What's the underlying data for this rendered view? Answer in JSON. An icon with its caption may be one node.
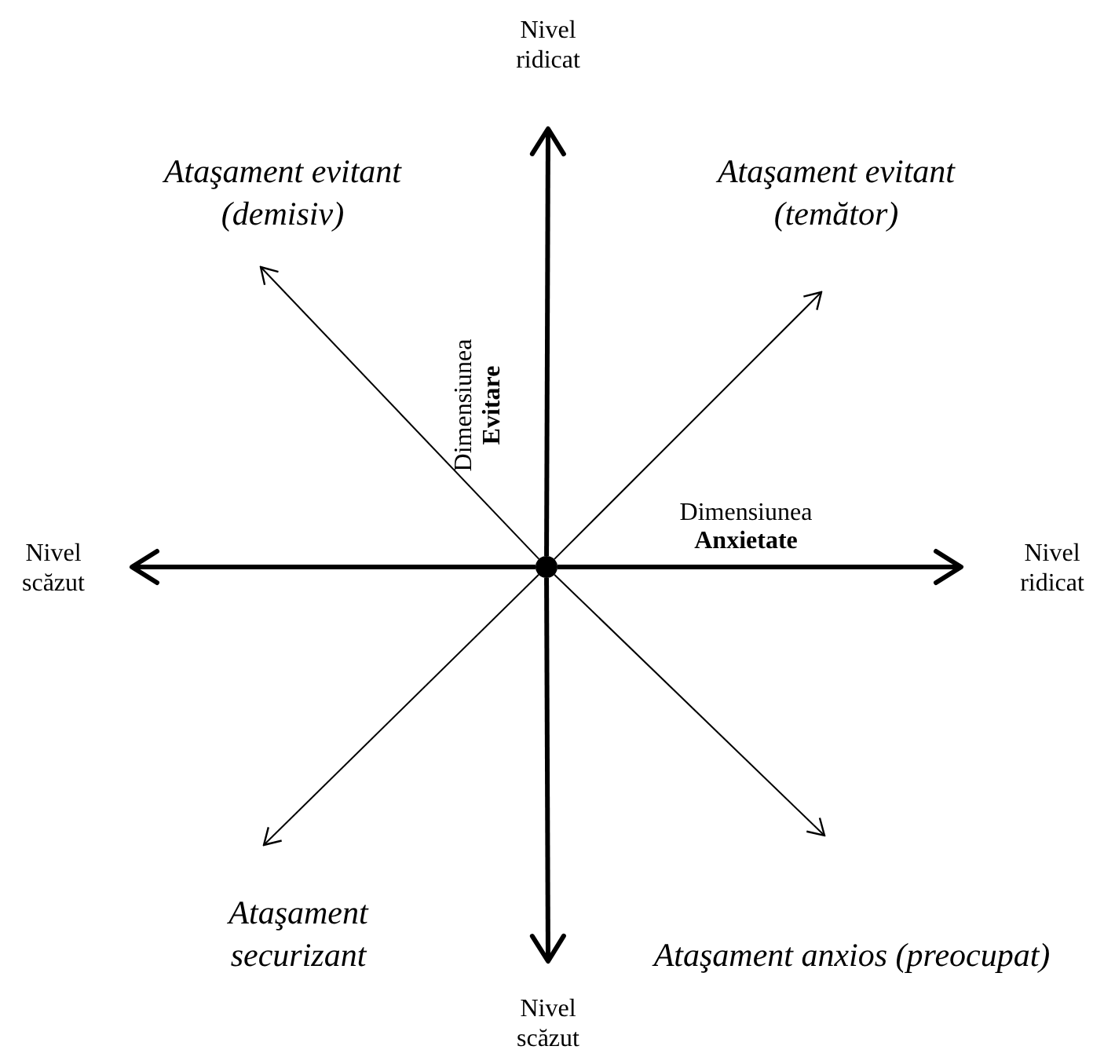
{
  "diagram": {
    "nodes": [
      {
        "text": [
          "Nivel ridicat"
        ]
      },
      {
        "text": [
          "Ataşament evitant (demisiv)"
        ]
      },
      {
        "text": [
          "Ataşament evitant (temător)"
        ]
      },
      {
        "text": [
          "Nivel scăzut"
        ]
      },
      {
        "text": [],
        "shape": "circle"
      },
      {
        "text": [
          "Nivel ridicat"
        ]
      },
      {
        "text": [
          "Ataşament securizant"
        ]
      },
      {
        "text": [
          "Ataşament anxios (preocupat)"
        ]
      },
      {
        "text": [
          "Nivel scăzut"
        ]
      }
    ],
    "edges": [
      {
        "from": 4,
        "to": 0,
        "arrow": "to",
        "style": "thick"
      },
      {
        "from": 4,
        "to": 1,
        "arrow": "to"
      },
      {
        "from": 4,
        "to": 2,
        "arrow": "to"
      },
      {
        "from": 4,
        "to": 3,
        "arrow": "to",
        "style": "thick"
      },
      {
        "from": 4,
        "to": 5,
        "arrow": "to",
        "style": "thick"
      },
      {
        "from": 4,
        "to": 6,
        "arrow": "to"
      },
      {
        "from": 4,
        "to": 7,
        "arrow": "to"
      },
      {
        "from": 4,
        "to": 8,
        "arrow": "to",
        "style": "thick"
      }
    ],
    "labels": [
      "Dimensiunea **Evitare**",
      "Dimensiunea **Anxietate**"
    ]
  }
}
